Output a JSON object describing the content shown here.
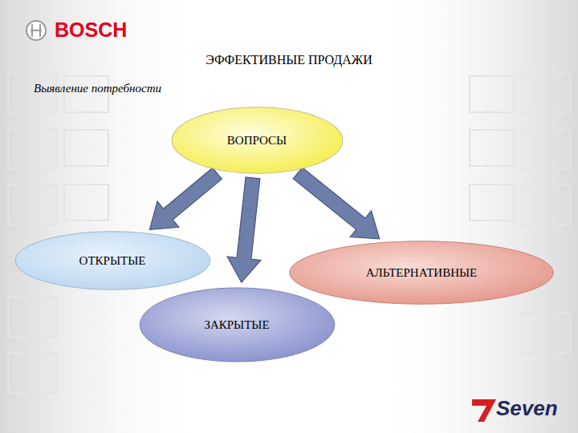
{
  "diagram": {
    "title": "ЭФФЕКТИВНЫЕ ПРОДАЖИ",
    "nodes": [
      {
        "text": [
          "ВОПРОСЫ"
        ]
      },
      {
        "text": [
          "ОТКРЫТЫЕ"
        ]
      },
      {
        "text": [
          "АЛЬТЕРНАТИВНЫЕ"
        ]
      },
      {
        "text": [
          "ЗАКРЫТЫЕ"
        ]
      }
    ],
    "edges": [
      {
        "from": 0,
        "to": 1,
        "arrow": "to"
      },
      {
        "from": 0,
        "to": 3,
        "arrow": "to"
      },
      {
        "from": 0,
        "to": 2,
        "arrow": "to"
      }
    ],
    "labels": [
      "Выявление потребности",
      "BOSCH",
      "Seven"
    ]
  }
}
